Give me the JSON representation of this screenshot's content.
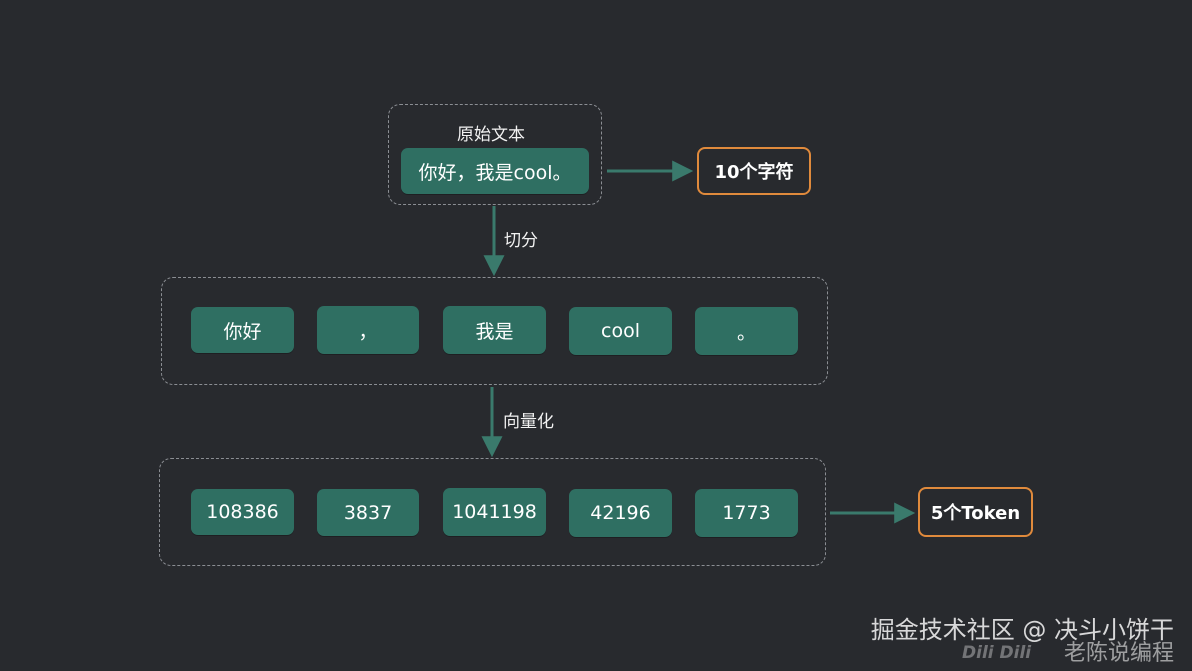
{
  "colors": {
    "background": "#282a2e",
    "tile": "#2f6f62",
    "arrow": "#3a7a6c",
    "result_border": "#e08a3c",
    "dash_border": "#8b8e93"
  },
  "source": {
    "title": "原始文本",
    "text": "你好，我是cool。"
  },
  "char_count": "10个字符",
  "step_split": "切分",
  "segments": [
    "你好",
    "，",
    "我是",
    "cool",
    "。"
  ],
  "step_vectorize": "向量化",
  "token_ids": [
    "108386",
    "3837",
    "1041198",
    "42196",
    "1773"
  ],
  "token_count": "5个Token",
  "watermark": "掘金技术社区 @ 决斗小饼干",
  "overlay_text": "老陈说编程",
  "overlay_logo": "Dili Dili"
}
